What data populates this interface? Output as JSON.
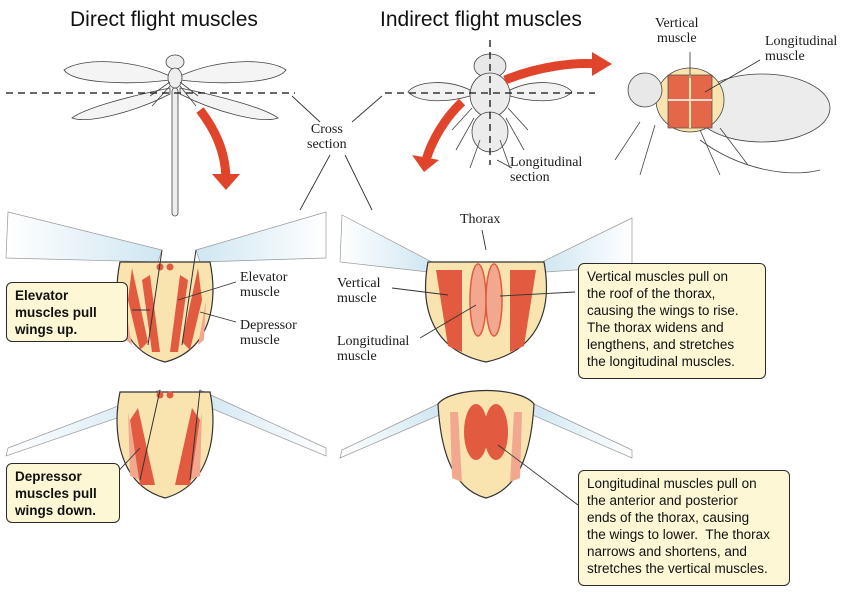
{
  "headings": {
    "direct": "Direct flight muscles",
    "indirect": "Indirect flight muscles"
  },
  "labels": {
    "cross_section": "Cross\nsection",
    "longitudinal_section": "Longitudinal\nsection",
    "vertical_muscle_top": "Vertical\nmuscle",
    "longitudinal_muscle_top": "Longitudinal\nmuscle",
    "thorax": "Thorax",
    "elevator_muscle": "Elevator\nmuscle",
    "depressor_muscle": "Depressor\nmuscle",
    "vertical_muscle": "Vertical\nmuscle",
    "longitudinal_muscle": "Longitudinal\nmuscle"
  },
  "callouts": {
    "elevator": "Elevator\nmuscles pull\nwings up.",
    "depressor": "Depressor\nmuscles pull\nwings down.",
    "vertical": "Vertical muscles pull on\nthe roof of the thorax,\ncausing the wings to rise.\nThe thorax widens and\nlengthens, and stretches\nthe longitudinal muscles.",
    "longitudinal": "Longitudinal muscles pull on\nthe anterior and posterior\nends of the thorax, causing\nthe wings to lower.  The thorax\nnarrows and shortens, and\nstretches the vertical muscles."
  },
  "colors": {
    "thorax_fill": "#f9e4b0",
    "muscle_red": "#e25a3f",
    "muscle_pink": "#f2a88f",
    "wing_blue": "#d9ecf5",
    "arrow_red": "#e0442a",
    "callout_bg": "#fdf7d6"
  }
}
